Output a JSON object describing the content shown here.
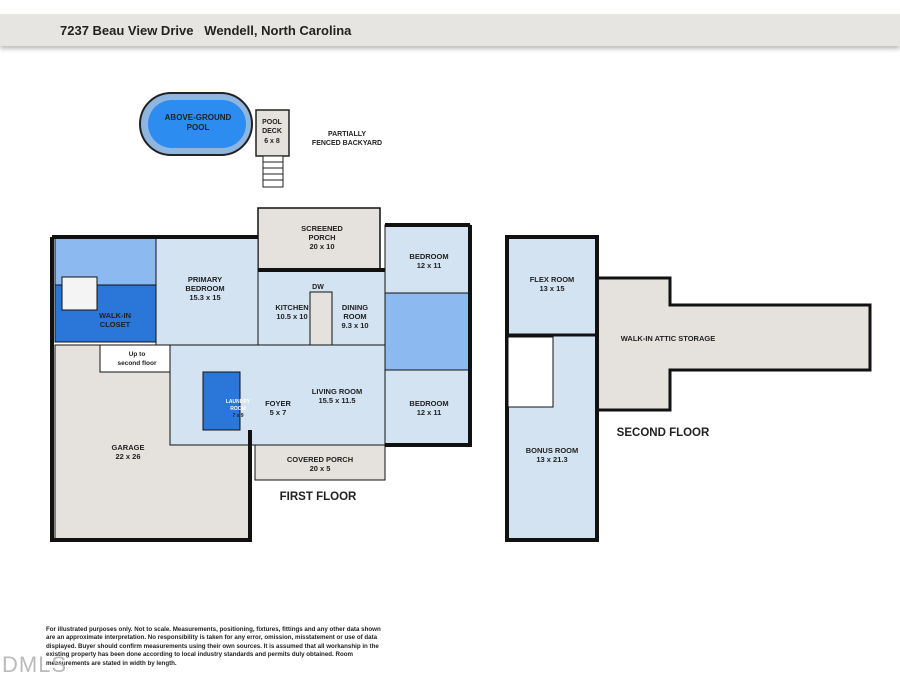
{
  "header": {
    "title": "7237 Beau View Drive   Wendell, North Carolina"
  },
  "colors": {
    "room_light": "#d3e3f2",
    "bath": "#8cb9ef",
    "closet": "#2a77d9",
    "porch": "#e5e2de",
    "wall": "#111111",
    "pool": "#2d8cef"
  },
  "outdoor": {
    "pool": {
      "name": "ABOVE-GROUND",
      "name2": "POOL"
    },
    "deck": {
      "name": "POOL",
      "name2": "DECK",
      "size": "6 x 8"
    },
    "yard": {
      "line1": "PARTIALLY",
      "line2": "FENCED BACKYARD"
    }
  },
  "first_floor": {
    "label": "FIRST FLOOR",
    "rooms": {
      "screened_porch": {
        "name": "SCREENED",
        "name2": "PORCH",
        "size": "20 x 10"
      },
      "primary_bedroom": {
        "name": "PRIMARY",
        "name2": "BEDROOM",
        "size": "15.3 x 15"
      },
      "walk_in_closet": {
        "name": "WALK-IN",
        "name2": "CLOSET"
      },
      "kitchen": {
        "name": "KITCHEN",
        "size": "10.5 x 10",
        "appliance": "DW"
      },
      "dining_room": {
        "name": "DINING",
        "name2": "ROOM",
        "size": "9.3 x 10"
      },
      "bedroom_top": {
        "name": "BEDROOM",
        "size": "12 x 11"
      },
      "bedroom_bottom": {
        "name": "BEDROOM",
        "size": "12 x 11"
      },
      "stairs": {
        "name": "Up to",
        "name2": "second floor"
      },
      "living_room": {
        "name": "LIVING ROOM",
        "size": "15.5 x 11.5"
      },
      "foyer": {
        "name": "FOYER",
        "size": "5 x 7"
      },
      "laundry": {
        "name": "LAUNDRY",
        "name2": "ROOM",
        "size": "7 x 9"
      },
      "garage": {
        "name": "GARAGE",
        "size": "22 x 26"
      },
      "covered_porch": {
        "name": "COVERED PORCH",
        "size": "20 x 5"
      }
    }
  },
  "second_floor": {
    "label": "SECOND FLOOR",
    "rooms": {
      "flex_room": {
        "name": "FLEX ROOM",
        "size": "13 x 15"
      },
      "bonus_room": {
        "name": "BONUS ROOM",
        "size": "13 x 21.3"
      },
      "attic": {
        "name": "WALK-IN ATTIC STORAGE"
      }
    }
  },
  "disclaimer": "For illustrated purposes only. Not to scale. Measurements, positioning, fixtures, fittings and any other data shown are an approximate interpretation. No responsibility is taken for any error, omission, misstatement or use of data displayed. Buyer should confirm measurements using their own sources. It is assumed that all workanship in the existing property has been done according to local industry standards and permits duly obtained. Room measurements are stated in width by length.",
  "watermark": "DMLS"
}
